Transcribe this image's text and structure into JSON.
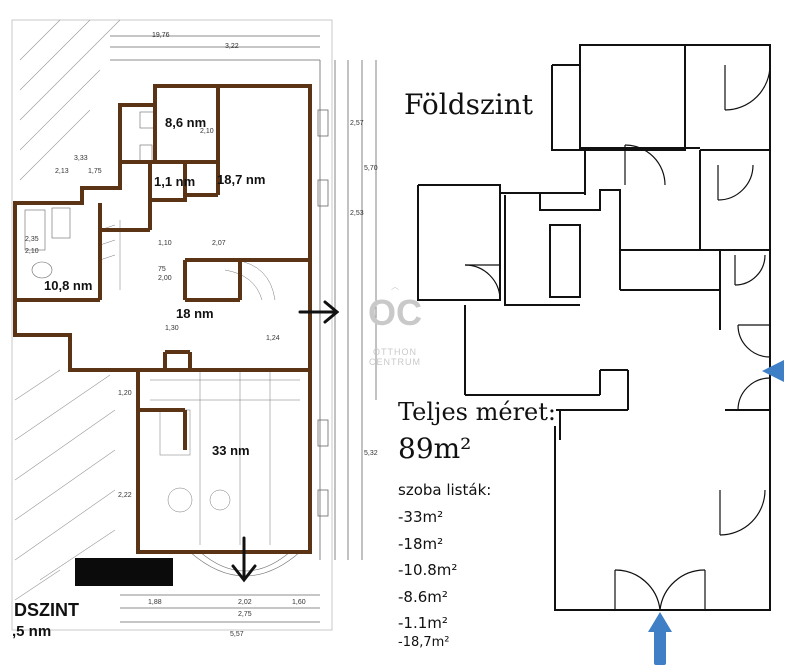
{
  "left_plan": {
    "rooms": [
      {
        "id": "r86",
        "label": "8,6 nm"
      },
      {
        "id": "r11",
        "label": "1,1 nm"
      },
      {
        "id": "r187",
        "label": "18,7 nm"
      },
      {
        "id": "r108",
        "label": "10,8 nm"
      },
      {
        "id": "r18",
        "label": "18 nm"
      },
      {
        "id": "r33",
        "label": "33 nm"
      }
    ],
    "dims": {
      "d1976": "19,76",
      "d322": "3,22",
      "d257": "2,57",
      "d570": "5,70",
      "d253": "2,53",
      "d333": "3,33",
      "d213": "2,13",
      "d175": "1,75",
      "d110": "1,10",
      "d207": "2,07",
      "d130": "1,30",
      "d124": "1,24",
      "d188": "1,88",
      "d202": "2,02",
      "d160": "1,60",
      "d275": "2,75",
      "d557": "5,57",
      "d222": "2,22",
      "d120": "1,20",
      "d210": "2,10",
      "d235": "2,35",
      "d210b": "2,10",
      "d532": "5,32",
      "d75": "75",
      "d200": "2,00"
    },
    "floor_label": "DSZINT",
    "area_label": ",5 nm"
  },
  "right_plan": {
    "title": "Földszint",
    "size_label": "Teljes méret:",
    "size_value": "89m²",
    "room_list_title": "szoba listák:",
    "room_list": [
      "-33m²",
      "-18m²",
      "-10.8m²",
      "-8.6m²",
      "-1.1m²",
      "-18,7m²"
    ]
  },
  "watermark": {
    "letters": "OC",
    "line1": "OTTHON",
    "line2": "CENTRUM"
  },
  "colors": {
    "brown_walls": "#5a3414",
    "blue_arrow": "#3f7fc6",
    "ink": "#111111"
  }
}
